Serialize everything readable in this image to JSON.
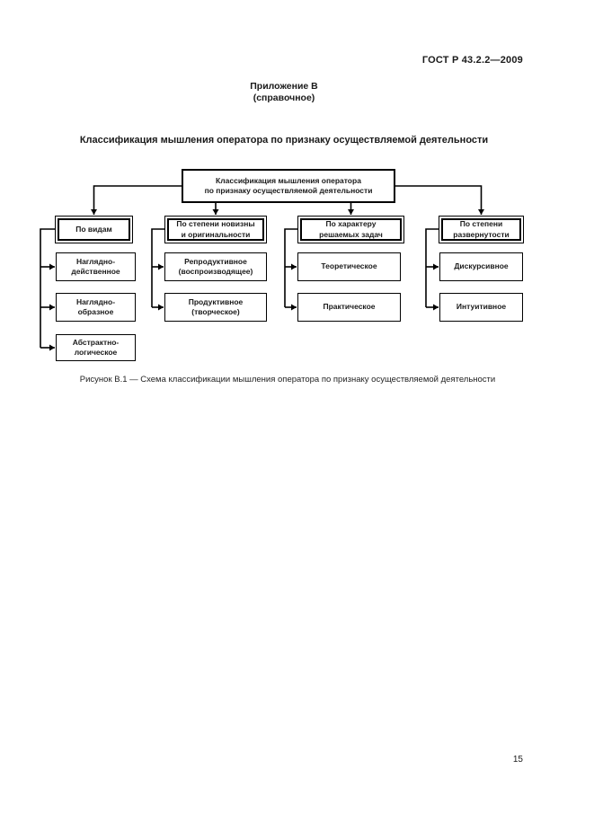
{
  "page": {
    "doc_code": "ГОСТ Р 43.2.2—2009",
    "annex_title": "Приложение В",
    "annex_subtitle": "(справочное)",
    "section_title": "Классификация мышления оператора по признаку осуществляемой деятельности",
    "figure_caption": "Рисунок В.1 — Схема классификации мышления оператора по признаку осуществляемой деятельности",
    "page_number": "15"
  },
  "diagram": {
    "root": "Классификация мышления оператора\nпо признаку осуществляемой деятельности",
    "columns": [
      {
        "header": "По видам",
        "items": [
          "Наглядно-\nдейственное",
          "Наглядно-\nобразное",
          "Абстрактно-\nлогическое"
        ]
      },
      {
        "header": "По степени новизны\nи оригинальности",
        "items": [
          "Репродуктивное\n(воспроизводящее)",
          "Продуктивное\n(творческое)"
        ]
      },
      {
        "header": "По характеру\nрешаемых задач",
        "items": [
          "Теоретическое",
          "Практическое"
        ]
      },
      {
        "header": "По степени\nразвернутости",
        "items": [
          "Дискурсивное",
          "Интуитивное"
        ]
      }
    ],
    "line_color": "#000000"
  }
}
